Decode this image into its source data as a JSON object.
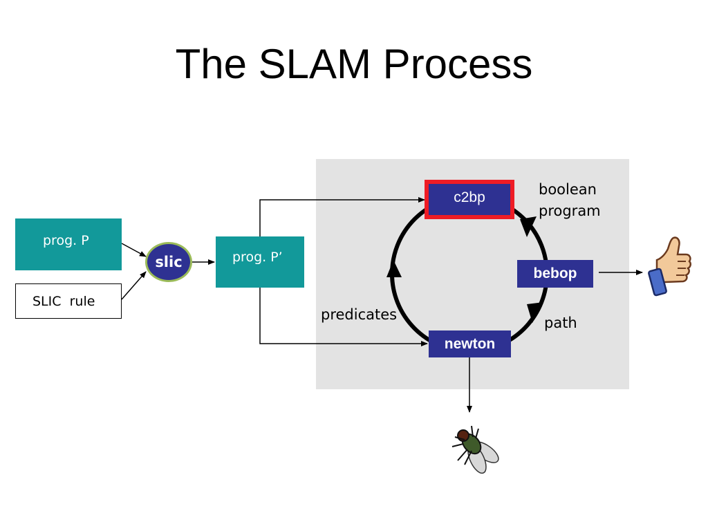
{
  "slide": {
    "title": "The SLAM Process"
  },
  "nodes": {
    "prog_p": "prog. P",
    "slic_rule": "SLIC  rule",
    "slic": "slic",
    "prog_p_prime": "prog. P’",
    "c2bp": "c2bp",
    "bebop": "bebop",
    "newton": "newton"
  },
  "edge_labels": {
    "boolean": "boolean",
    "program": "program",
    "predicates": "predicates",
    "path": "path"
  },
  "icons": {
    "success": "thumbs-up-icon",
    "bug": "fly-icon"
  },
  "colors": {
    "teal": "#12999a",
    "navy": "#2e3192",
    "highlight": "#ee1c25",
    "panel": "#e3e3e3"
  }
}
